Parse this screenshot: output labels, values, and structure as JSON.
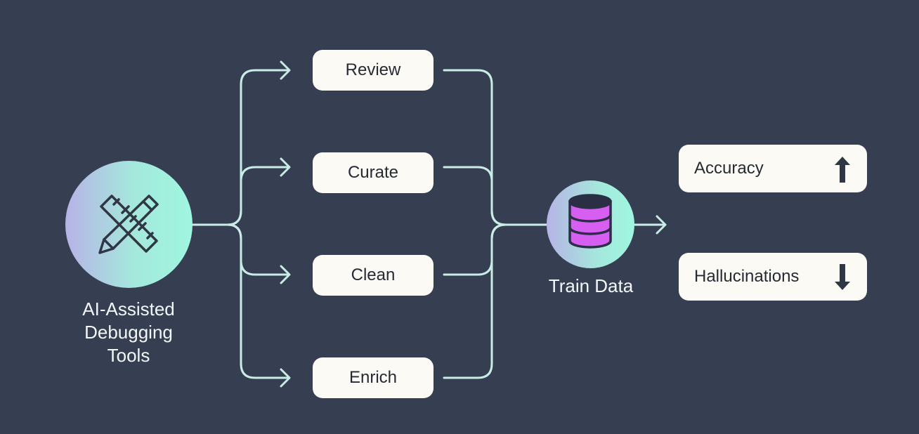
{
  "source": {
    "label_lines": [
      "AI-Assisted",
      "Debugging",
      "Tools"
    ],
    "icon": "pencil-ruler-icon"
  },
  "steps": [
    "Review",
    "Curate",
    "Clean",
    "Enrich"
  ],
  "target": {
    "label": "Train Data",
    "icon": "database-icon"
  },
  "outcomes": [
    {
      "label": "Accuracy",
      "icon": "arrow-up-icon"
    },
    {
      "label": "Hallucinations",
      "icon": "arrow-down-icon"
    }
  ],
  "colors": {
    "background": "#353f51",
    "connector": "#c9ece6",
    "card": "#fbfaf5",
    "database": "#d65ef0",
    "database_dark": "#2b2f45"
  }
}
